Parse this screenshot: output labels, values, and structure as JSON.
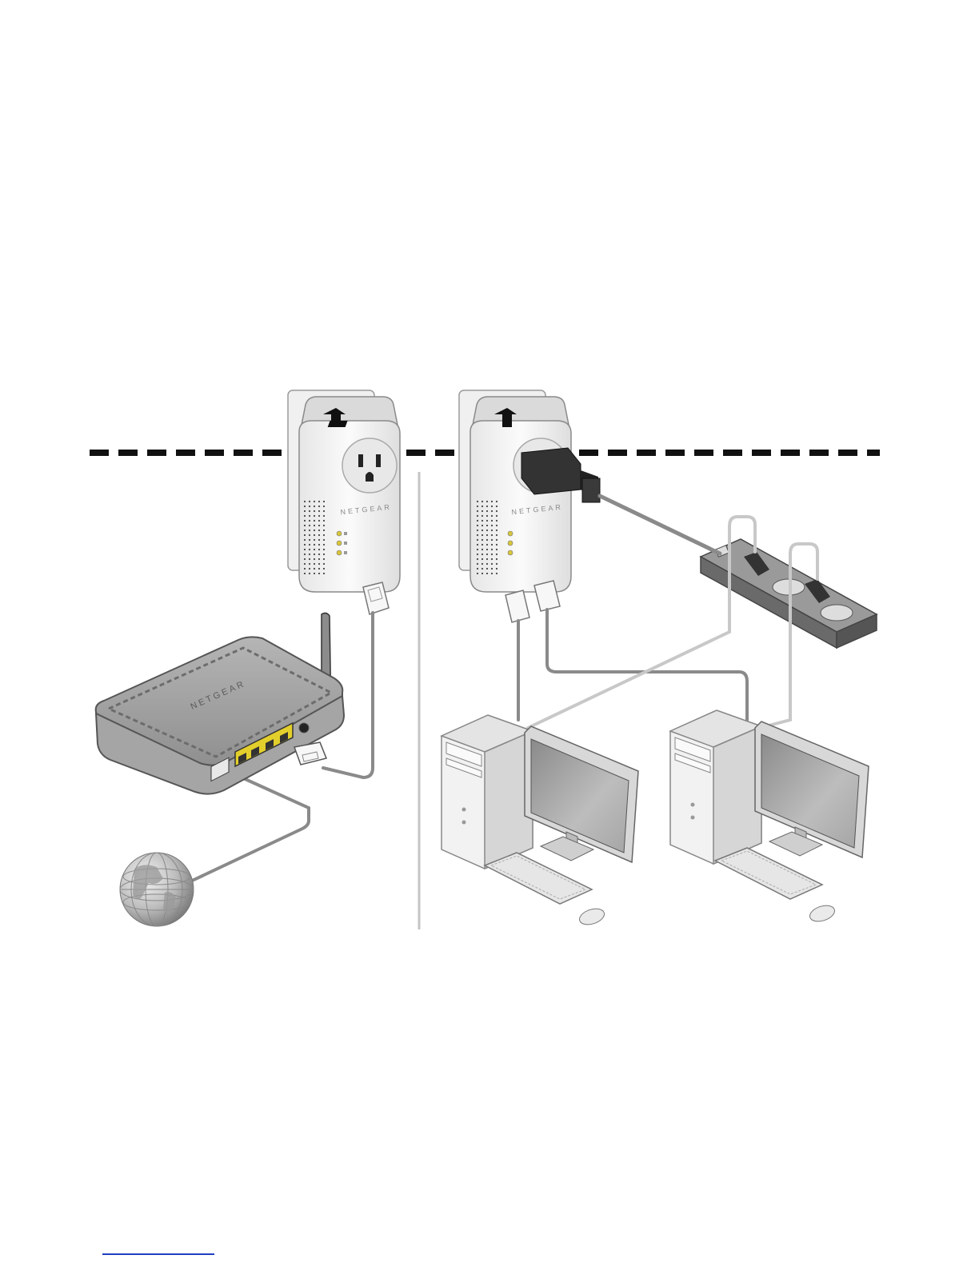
{
  "diagram": {
    "brand_adapter_left": "NETGEAR",
    "brand_adapter_right": "NETGEAR",
    "brand_router": "NETGEAR"
  },
  "colors": {
    "background": "#ffffff",
    "dashed_line": "#111111",
    "cable": "#8a8a8a",
    "cable_light": "#c8c8c8",
    "ethernet_port": "#e3cf2b",
    "adapter_body": "#eeeeee",
    "router_body": "#9a9a9a",
    "power_strip": "#7d7d7d",
    "footer_link": "#1f3fbf"
  }
}
